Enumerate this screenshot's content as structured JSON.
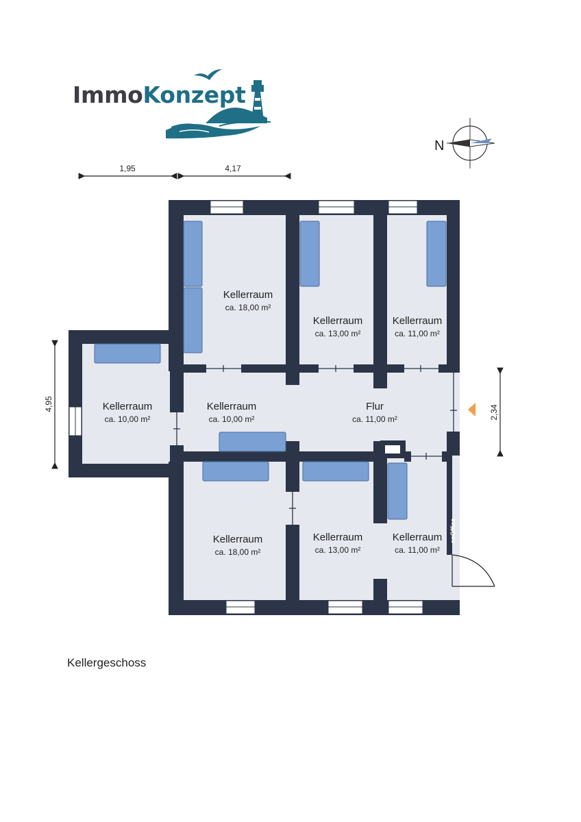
{
  "brand": {
    "name_part1": "Immo",
    "name_part2": "Konzept",
    "color_dark": "#3d3d45",
    "color_teal": "#1f6f86",
    "icon": "lighthouse-icon"
  },
  "compass": {
    "label": "N"
  },
  "dimensions": {
    "top_left": "1,95",
    "top_right": "4,17",
    "left": "4,95",
    "right": "2,34"
  },
  "rooms": [
    {
      "name": "Kellerraum",
      "area": "ca. 18,00 m²"
    },
    {
      "name": "Kellerraum",
      "area": "ca. 13,00 m²"
    },
    {
      "name": "Kellerraum",
      "area": "ca. 11,00 m²"
    },
    {
      "name": "Kellerraum",
      "area": "ca. 10,00 m²"
    },
    {
      "name": "Kellerraum",
      "area": "ca. 10,00 m²"
    },
    {
      "name": "Flur",
      "area": "ca. 11,00 m²"
    },
    {
      "name": "Kellerraum",
      "area": "ca. 18,00 m²"
    },
    {
      "name": "Kellerraum",
      "area": "ca. 13,00 m²"
    },
    {
      "name": "Kellerraum",
      "area": "ca. 11,00 m²"
    }
  ],
  "watermark": "onOffice",
  "floor_label": "Kellergeschoss",
  "colors": {
    "wall": "#2c3547",
    "floor": "#e5e8ee",
    "furniture": "#7ba0d4",
    "entrance_marker": "#f0a04b"
  }
}
